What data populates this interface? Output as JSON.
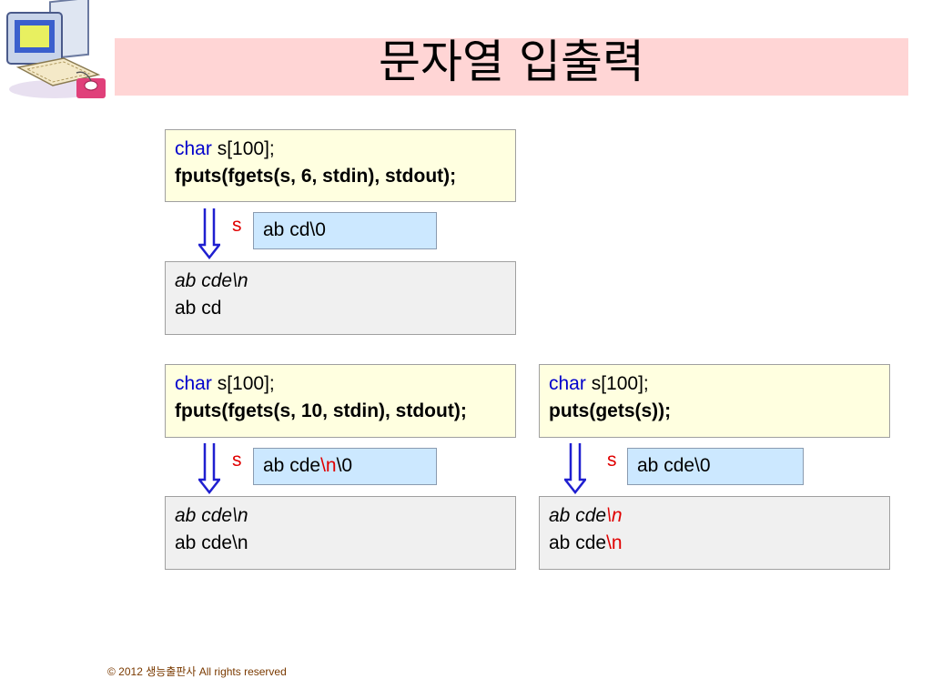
{
  "slide": {
    "title": "문자열 입출력",
    "footer": "© 2012 생능출판사  All rights reserved"
  },
  "colors": {
    "title_band": "#ffd5d5",
    "code_bg": "#ffffe0",
    "output_bg": "#f0f0f0",
    "buffer_bg": "#cce8ff",
    "keyword": "#0000cc",
    "highlight": "#e00000",
    "arrow": "#1f1fd0"
  },
  "examples": [
    {
      "code": {
        "kw": "char",
        "decl_rest": " s[100];",
        "call": "fputs(fgets(s, 6, stdin), stdout);"
      },
      "var": "s",
      "buffer": {
        "text1": "ab cd\\0",
        "red": "",
        "text2": ""
      },
      "input": {
        "text": "ab cde",
        "esc": "\\n"
      },
      "output": {
        "text": "ab cd",
        "esc": ""
      }
    },
    {
      "code": {
        "kw": "char",
        "decl_rest": " s[100];",
        "call": "fputs(fgets(s, 10, stdin), stdout);"
      },
      "var": "s",
      "buffer": {
        "text1": "ab cde",
        "red": "\\n",
        "text2": "\\0"
      },
      "input": {
        "text": "ab cde",
        "esc": "\\n"
      },
      "output": {
        "text": "ab cde\\n",
        "esc": ""
      }
    },
    {
      "code": {
        "kw": "char",
        "decl_rest": " s[100];",
        "call": "puts(gets(s));"
      },
      "var": "s",
      "buffer": {
        "text1": "ab cde\\0",
        "red": "",
        "text2": ""
      },
      "input": {
        "text": "ab cde",
        "esc": "\\n"
      },
      "output": {
        "text": "ab cde",
        "esc": "\\n"
      }
    }
  ],
  "icons": {
    "logo": "computer-illustration-icon",
    "arrow": "down-arrow-icon"
  }
}
